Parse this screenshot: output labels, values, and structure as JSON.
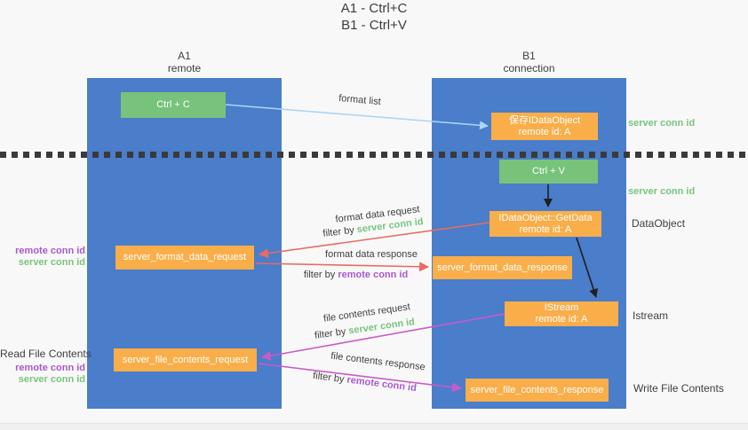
{
  "title": {
    "line1": "A1 - Ctrl+C",
    "line2": "B1 - Ctrl+V"
  },
  "lifelines": {
    "left": {
      "name": "A1",
      "role": "remote"
    },
    "right": {
      "name": "B1",
      "role": "connection"
    }
  },
  "nodes": {
    "ctrl_c": {
      "label": "Ctrl + C"
    },
    "ctrl_v": {
      "label": "Ctrl + V"
    },
    "save_dataobject": {
      "line1": "保存IDataObject",
      "line2": "remote id: A"
    },
    "getdata": {
      "line1": "IDataObject::GetData",
      "line2": "remote id: A"
    },
    "istream": {
      "line1": "IStream",
      "line2": "remote id: A"
    },
    "format_request": {
      "label": "server_format_data_request"
    },
    "format_response": {
      "label": "server_format_data_response"
    },
    "file_request": {
      "label": "server_file_contents_request"
    },
    "file_response": {
      "label": "server_file_contents_response"
    }
  },
  "arrow_labels": {
    "format_list": "format list",
    "format_data_request": "format data request",
    "format_data_response": "format data response",
    "file_contents_request": "file contents request",
    "file_contents_response": "file contents response",
    "filter_by": "filter by"
  },
  "side_labels": {
    "server_conn_id": "server conn id",
    "remote_conn_id": "remote conn id",
    "dataobject": "DataObject",
    "istream": "Istream",
    "read_file_contents": "Read File Contents",
    "write_file_contents": "Write File Contents"
  },
  "colors": {
    "lifeline_blue": "#4a7dca",
    "node_green": "#77c37b",
    "node_orange": "#f9ae4a",
    "arrow_red": "#e96b62",
    "arrow_magenta": "#c85bc9",
    "arrow_lightblue": "#abd5f5",
    "arrow_black": "#1f1f1f",
    "text_green": "#77c57d",
    "text_purple": "#a959cd",
    "text_dark": "#3f3f3f"
  }
}
